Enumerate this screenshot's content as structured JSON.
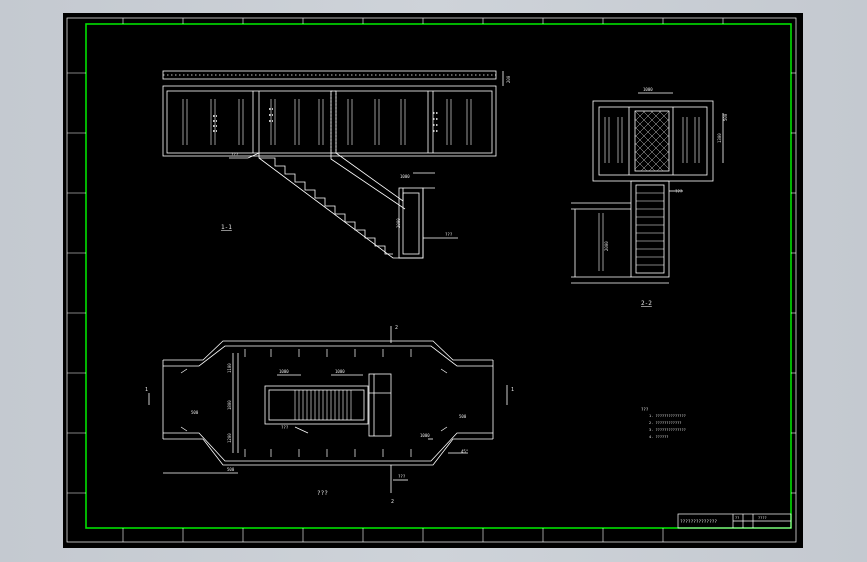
{
  "drawing": {
    "section_labels": {
      "s1": "1-1",
      "s2": "2-2",
      "plan": "???"
    },
    "dimensions": {
      "top_right_vertical": "200",
      "stair_landing_width": "1000",
      "stair_landing_height": "2000",
      "stair_bottom_note": "???",
      "stair_top_note": "???",
      "s2_top_width": "1000",
      "s2_right_height": "1300",
      "s2_right_small": "500",
      "s2_left_height": "2000",
      "s2_side_note": "???",
      "plan_left_w": "500",
      "plan_left_h1": "1100",
      "plan_left_h2": "1200",
      "plan_center_vertical": "1800",
      "plan_inner_left": "1000",
      "plan_inner_right": "1000",
      "plan_right_w": "500",
      "plan_bottom_left": "500",
      "plan_bottom_right": "1000",
      "plan_bottom_note": "???",
      "plan_inner_note": "???",
      "plan_angle": "45°",
      "plan_cut_mark_top": "2",
      "plan_cut_mark_bottom": "2",
      "plan_cut_mark_left": "1",
      "plan_cut_mark_right": "1"
    },
    "notes": {
      "heading": "???",
      "lines": [
        "1. ??????????????",
        "2. ????????????",
        "3. ??????????????",
        "4. ??????"
      ]
    },
    "title_block": {
      "name": "??????????????",
      "cell": "??",
      "code": "????"
    }
  },
  "colors": {
    "background": "#000000",
    "frame_green": "#00e000",
    "line_white": "#ffffff",
    "hatch_gray": "#bfbfbf",
    "desktop": "#c7ccd3"
  }
}
